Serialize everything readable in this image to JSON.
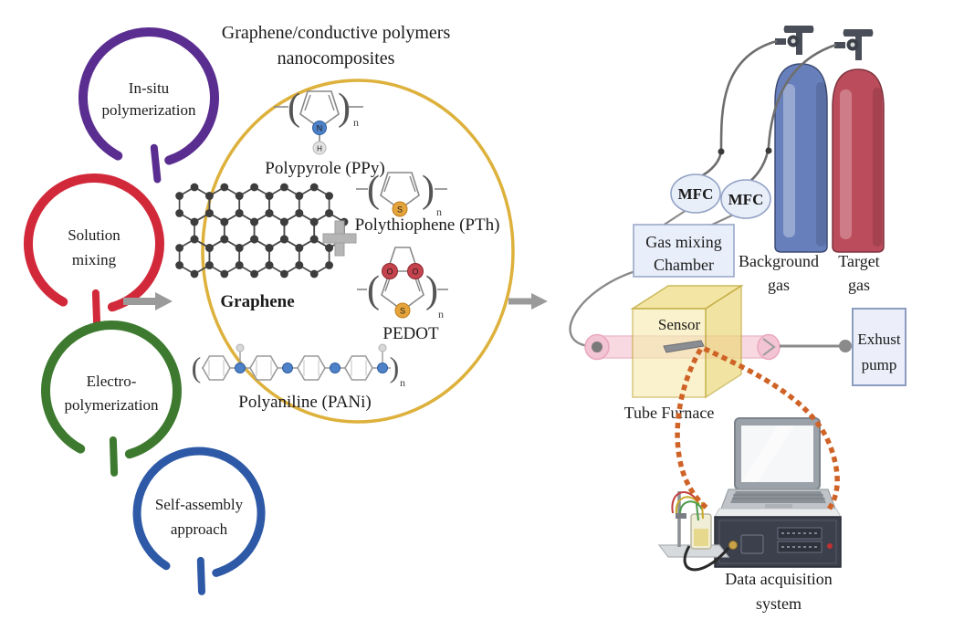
{
  "title": {
    "line1": "Graphene/conductive polymers",
    "line2": "nanocomposites"
  },
  "methods": [
    {
      "line1": "In-situ",
      "line2": "polymerization",
      "color": "#5a2d90"
    },
    {
      "line1": "Solution",
      "line2": "mixing",
      "color": "#d2293a"
    },
    {
      "line1": "Electro-",
      "line2": "polymerization",
      "color": "#3d7a2f"
    },
    {
      "line1": "Self-assembly",
      "line2": "approach",
      "color": "#2e59a6"
    }
  ],
  "composite": {
    "ring_color": "#ddb13c",
    "graphene_label": "Graphene",
    "ppy_label": "Polypyrole (PPy)",
    "pth_label": "Polythiophene (PTh)",
    "pedot_label": "PEDOT",
    "pani_label": "Polyaniline (PANi)",
    "atom_n": "N",
    "atom_h": "H",
    "atom_s": "S",
    "atom_o": "O",
    "repeat_n": "n",
    "paren_open": "(",
    "paren_close": ")",
    "plus_sign_color": "#b5b5b5"
  },
  "setup": {
    "mfc_left": "MFC",
    "mfc_right": "MFC",
    "chamber_line1": "Gas mixing",
    "chamber_line2": "Chamber",
    "background_gas_line1": "Background",
    "background_gas_line2": "gas",
    "target_gas_line1": "Target",
    "target_gas_line2": "gas",
    "sensor_label": "Sensor",
    "furnace_label": "Tube Furnace",
    "pump_line1": "Exhust",
    "pump_line2": "pump",
    "daq_line1": "Data acquisition",
    "daq_line2": "system"
  },
  "colors": {
    "background_cylinder": "#6780bc",
    "target_cylinder": "#bb4c5b",
    "dotted_connector": "#cf6327",
    "arrow": "#9a9a9a",
    "furnace_fill": "#f6ebae",
    "tube_fill": "#f7d3de"
  }
}
